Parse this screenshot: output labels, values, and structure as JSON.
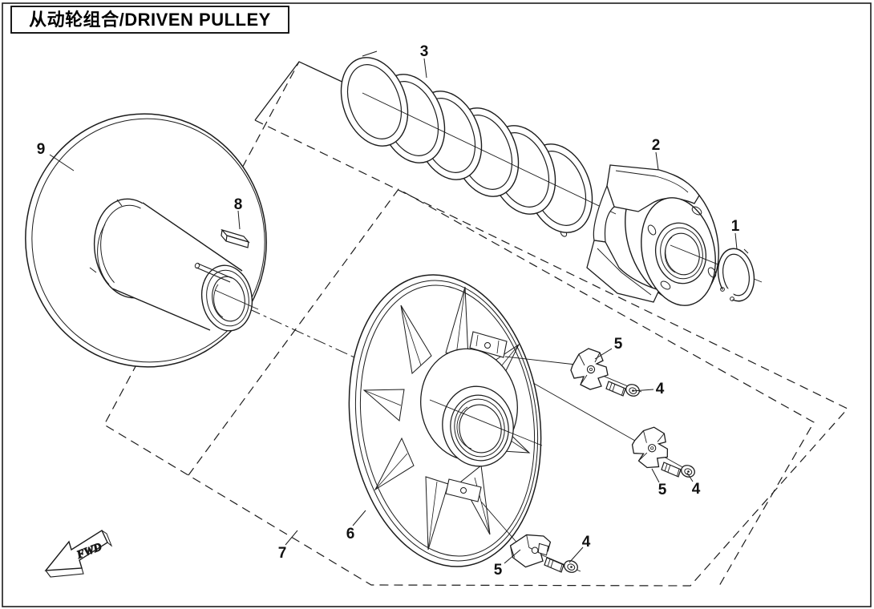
{
  "page": {
    "background_color": "#ffffff",
    "line_color": "#1c1c1c"
  },
  "title_box": {
    "text": "从动轮组合/DRIVEN PULLEY"
  },
  "fwd_marker": {
    "text": "FWD"
  },
  "parts": [
    {
      "number": "1"
    },
    {
      "number": "2"
    },
    {
      "number": "3"
    },
    {
      "number": "4"
    },
    {
      "number": "5"
    },
    {
      "number": "6"
    },
    {
      "number": "7"
    },
    {
      "number": "8"
    },
    {
      "number": "9"
    }
  ]
}
